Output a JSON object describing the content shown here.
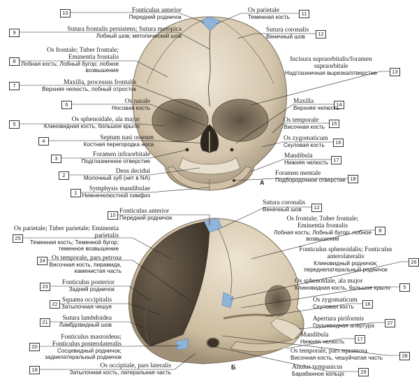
{
  "panels": [
    "А",
    "Б"
  ],
  "labels": [
    {
      "n": "10",
      "lat": "Fonticulus anterior",
      "rus": "Передний родничок"
    },
    {
      "n": "9",
      "lat": "Sutura frontalis persistens; Sutura metopica",
      "rus": "Лобный шов; метопический шов"
    },
    {
      "n": "8",
      "lat": "Os frontale; Tuber frontale; Eminentia frontalis",
      "rus": "Лобная кость; Лобный бугор; лобное возвышение"
    },
    {
      "n": "7",
      "lat": "Maxilla, processus frontalis",
      "rus": "Верхняя челюсть, лобный отросток"
    },
    {
      "n": "6",
      "lat": "Os nasale",
      "rus": "Носовая кость"
    },
    {
      "n": "5",
      "lat": "Os sphenoidale, ala major",
      "rus": "Клиновидная кость, большое крыло"
    },
    {
      "n": "4",
      "lat": "Septum nasi osseum",
      "rus": "Костная перегородка носа"
    },
    {
      "n": "3",
      "lat": "Foramen infraorbitale",
      "rus": "Подглазничное отверстие"
    },
    {
      "n": "2",
      "lat": "Dens decidui",
      "rus": "Молочный зуб (нет в NA)"
    },
    {
      "n": "1",
      "lat": "Symphysis mandibulae",
      "rus": "Нижнечелюстной симфиз"
    },
    {
      "n": "11",
      "lat": "Os parietale",
      "rus": "Теменная кость"
    },
    {
      "n": "12",
      "lat": "Sutura coronalis",
      "rus": "Венечный шов"
    },
    {
      "n": "13",
      "lat": "Incisura supraorbitalis/foramen supraorbitale",
      "rus": "Надглазничная вырезка/отверстие"
    },
    {
      "n": "14",
      "lat": "Maxilla",
      "rus": "Верхняя челюсть"
    },
    {
      "n": "15",
      "lat": "Os temporale",
      "rus": "Височная кость"
    },
    {
      "n": "16",
      "lat": "Os zygomaticum",
      "rus": "Скуловая кость"
    },
    {
      "n": "17",
      "lat": "Mandibula",
      "rus": "Нижняя челюсть"
    },
    {
      "n": "18",
      "lat": "Foramen mentale",
      "rus": "Подбородочное отверстие"
    },
    {
      "n": "10",
      "lat": "Fonticulus anterior",
      "rus": "Передний родничок"
    },
    {
      "n": "25",
      "lat": "Os parietale; Tuber parietale; Eminentia parietalis",
      "rus": "Теменная кость; Теменной бугор; теменное возвышение"
    },
    {
      "n": "24",
      "lat": "Os temporale, pars petrosa",
      "rus": "Височная кость, пирамида, каменистая часть"
    },
    {
      "n": "23",
      "lat": "Fonticulus posterior",
      "rus": "Задний родничок"
    },
    {
      "n": "22",
      "lat": "Squama occipitalis",
      "rus": "Затылочная чешуя"
    },
    {
      "n": "21",
      "lat": "Sutura lambdoidea",
      "rus": "Ламбдовидный шов"
    },
    {
      "n": "20",
      "lat": "Fonticulus mastoideus; Fonticulus posterolateralis",
      "rus": "Сосцевидный родничок; заднелатеральный родничок"
    },
    {
      "n": "19",
      "lat": "Os occipitale, pars lateralis",
      "rus": "Затылочная кость, латеральная часть"
    },
    {
      "n": "12",
      "lat": "Sutura coronalis",
      "rus": "Венечный шов"
    },
    {
      "n": "8",
      "lat": "Os frontale; Tuber frontale; Eminentia frontalis",
      "rus": "Лобная кость; Лобный бугор; лобное возвышение"
    },
    {
      "n": "26",
      "lat": "Fonticulus sphenoidalis; Fonticulus anterolateralis",
      "rus": "Клиновидный родничок; переднелатеральный родничок"
    },
    {
      "n": "5",
      "lat": "Os sphenoidale, ala major",
      "rus": "Клиновидная кость, большое крыло"
    },
    {
      "n": "16",
      "lat": "Os zygomaticum",
      "rus": "Скуловая кость"
    },
    {
      "n": "27",
      "lat": "Apertura piriformis",
      "rus": "Грушевидная апертура"
    },
    {
      "n": "17",
      "lat": "Mandibula",
      "rus": "Нижняя челюсть"
    },
    {
      "n": "28",
      "lat": "Os temporale, pars squamosa",
      "rus": "Височная кость, чешуйчатая часть"
    },
    {
      "n": "29",
      "lat": "Anulus tympanicus",
      "rus": "Барабанное кольцо"
    }
  ],
  "colors": {
    "bone": "#d9ccb6",
    "bone_dark": "#a2937c",
    "shadow": "#4a3f33",
    "fontanelle": "#8fb3d9",
    "line": "#222222"
  }
}
